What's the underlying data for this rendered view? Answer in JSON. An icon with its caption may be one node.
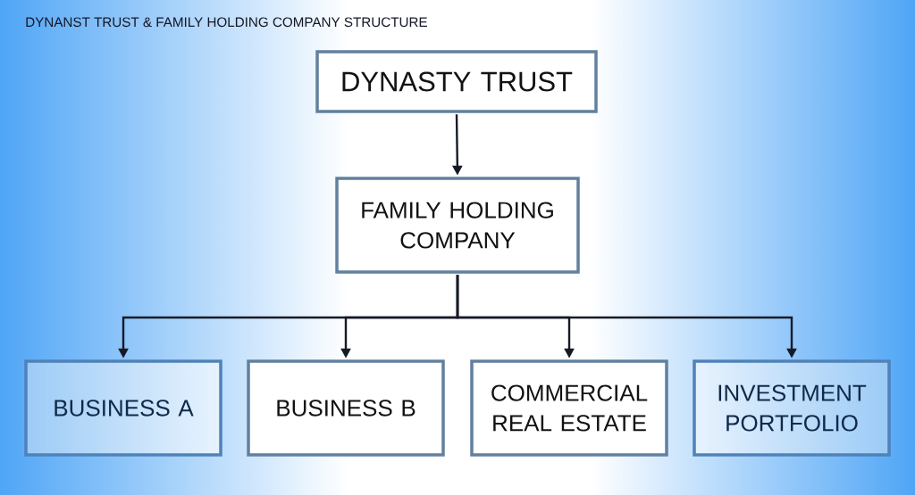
{
  "diagram": {
    "title": "DYNANST TRUST & FAMILY HOLDING COMPANY STRUCTURE",
    "nodes": [
      {
        "text": [
          "DYNASTY TRUST"
        ]
      },
      {
        "text": [
          "FAMILY HOLDING COMPANY"
        ]
      },
      {
        "text": [
          "BUSINESS A"
        ]
      },
      {
        "text": [
          "BUSINESS B"
        ]
      },
      {
        "text": [
          "COMMERCIAL REAL ESTATE"
        ]
      },
      {
        "text": [
          "INVESTMENT PORTFOLIO"
        ]
      }
    ],
    "edges": [
      {
        "from": 0,
        "to": 1,
        "arrow": "to"
      },
      {
        "from": 1,
        "to": 2,
        "arrow": "to"
      },
      {
        "from": 1,
        "to": 3,
        "arrow": "to"
      },
      {
        "from": 1,
        "to": 4,
        "arrow": "to"
      },
      {
        "from": 1,
        "to": 5,
        "arrow": "to"
      }
    ]
  }
}
